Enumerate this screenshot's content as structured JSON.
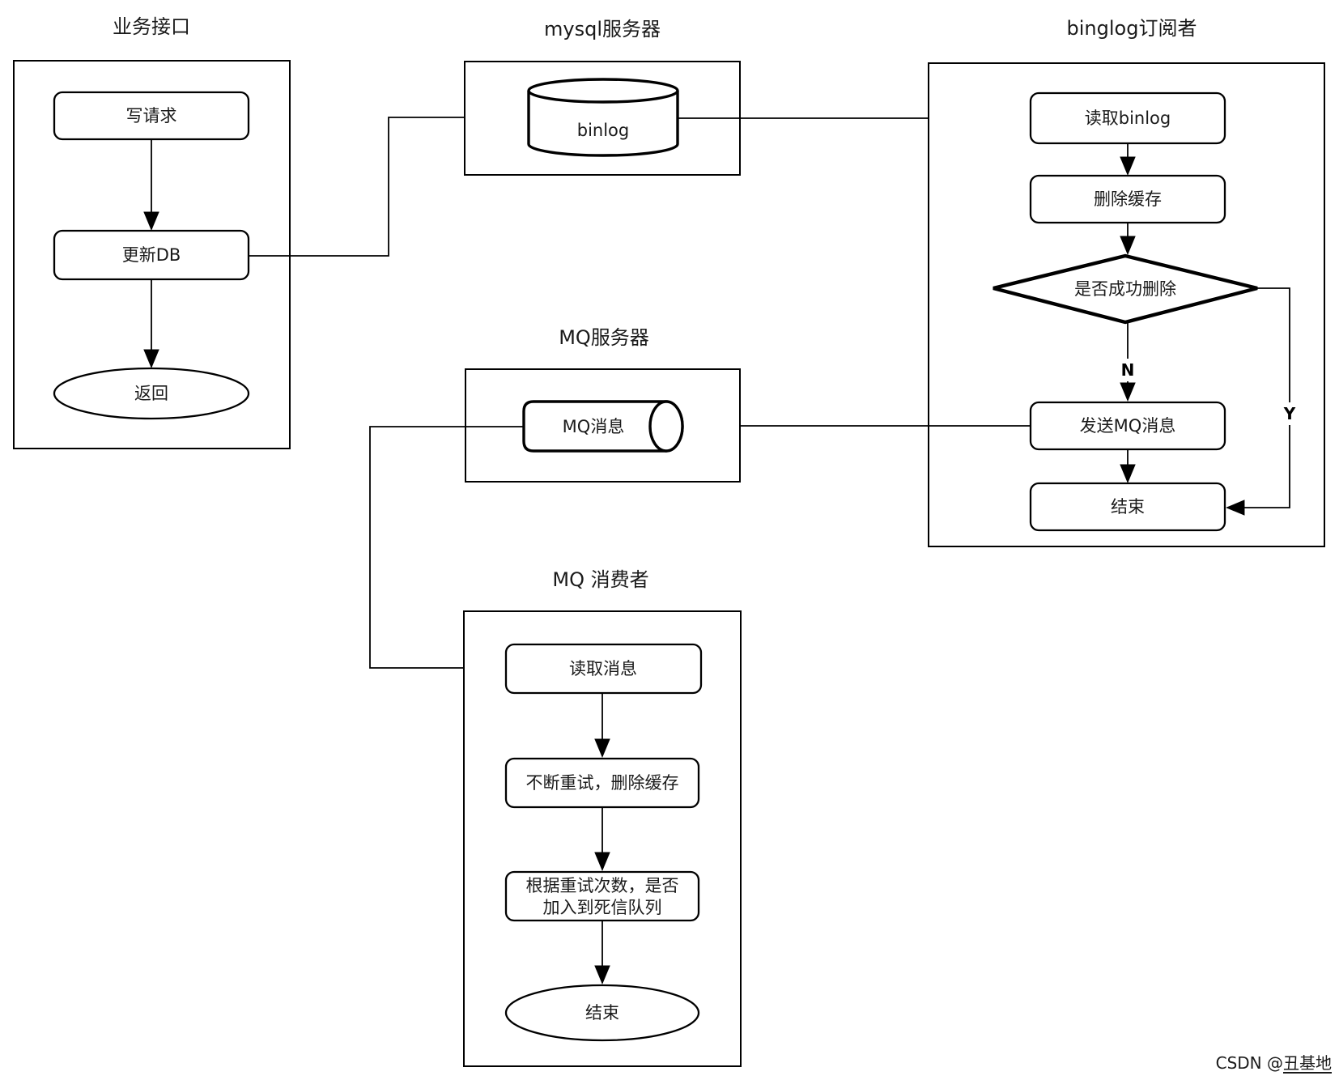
{
  "diagram": {
    "business": {
      "title": "业务接口",
      "write_request": "写请求",
      "update_db": "更新DB",
      "return_node": "返回"
    },
    "mysql": {
      "title": "mysql服务器",
      "binlog": "binlog"
    },
    "subscriber": {
      "title": "binglog订阅者",
      "read_binlog": "读取binlog",
      "delete_cache": "删除缓存",
      "check_delete": "是否成功删除",
      "send_mq": "发送MQ消息",
      "end": "结束",
      "label_no": "N",
      "label_yes": "Y"
    },
    "mq_server": {
      "title": "MQ服务器",
      "mq_message": "MQ消息"
    },
    "mq_consumer": {
      "title": "MQ 消费者",
      "read_message": "读取消息",
      "retry_delete": "不断重试，删除缓存",
      "dead_letter_line1": "根据重试次数，是否",
      "dead_letter_line2": "加入到死信队列",
      "end": "结束"
    }
  },
  "watermark": {
    "prefix": "CSDN @",
    "author": "丑基地"
  },
  "colors": {
    "line": "#000000",
    "text": "#1a1a1a",
    "background": "#ffffff",
    "watermark": "#c8c8c8"
  }
}
